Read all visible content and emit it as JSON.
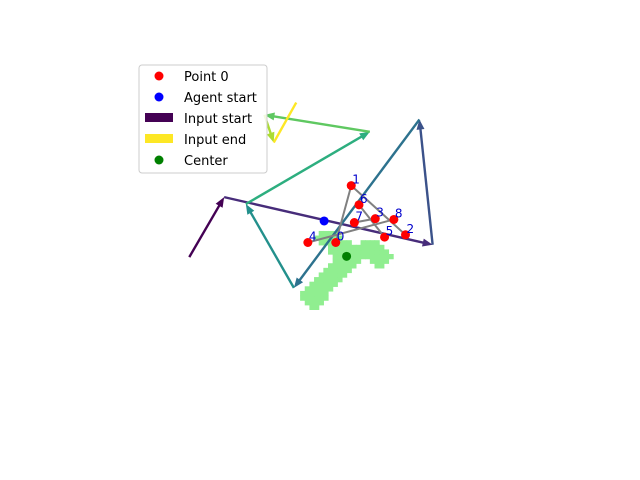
{
  "chart_data": {
    "type": "scatter",
    "title": "",
    "xlabel": "",
    "ylabel": "",
    "axes_visible": false,
    "xlim": [
      -3.2,
      3.2
    ],
    "ylim": [
      -2.4,
      2.4
    ],
    "y_axis": "inverted",
    "grid": false,
    "legend_position": "upper-left",
    "legend": [
      {
        "key": "point0",
        "label": "Point 0",
        "marker": "circle",
        "color": "#ff0000"
      },
      {
        "key": "agent",
        "label": "Agent start",
        "marker": "circle",
        "color": "#0000ff"
      },
      {
        "key": "input_start",
        "label": "Input start",
        "marker": "rect",
        "color": "#440154"
      },
      {
        "key": "input_end",
        "label": "Input end",
        "marker": "rect",
        "color": "#fde725"
      },
      {
        "key": "center",
        "label": "Center",
        "marker": "circle",
        "color": "#008000"
      }
    ],
    "points": [
      {
        "label": "0",
        "x": 0.1,
        "y": 0.0
      },
      {
        "label": "1",
        "x": 0.3,
        "y": -0.74
      },
      {
        "label": "2",
        "x": 1.0,
        "y": -0.1
      },
      {
        "label": "3",
        "x": 0.61,
        "y": -0.31
      },
      {
        "label": "4",
        "x": -0.26,
        "y": 0.0
      },
      {
        "label": "5",
        "x": 0.73,
        "y": -0.07
      },
      {
        "label": "6",
        "x": 0.4,
        "y": -0.49
      },
      {
        "label": "7",
        "x": 0.34,
        "y": -0.26
      },
      {
        "label": "8",
        "x": 0.85,
        "y": -0.3
      }
    ],
    "point_color": "#ff0000",
    "star_segments": [
      [
        0,
        1
      ],
      [
        1,
        2
      ],
      [
        4,
        8
      ],
      [
        5,
        6
      ],
      [
        3,
        7
      ]
    ],
    "star_color": "#808080",
    "agent_start": {
      "x": -0.05,
      "y": -0.28,
      "color": "#0000ff"
    },
    "center": {
      "x": 0.24,
      "y": 0.18,
      "color": "#008000"
    },
    "input_path": {
      "colormap": "viridis",
      "points": [
        {
          "x": -1.79,
          "y": 0.19
        },
        {
          "x": -1.34,
          "y": -0.59
        },
        {
          "x": 1.35,
          "y": 0.03
        },
        {
          "x": 1.18,
          "y": -1.6
        },
        {
          "x": -0.44,
          "y": 0.59
        },
        {
          "x": -1.06,
          "y": -0.5
        },
        {
          "x": 0.54,
          "y": -1.44
        },
        {
          "x": -0.82,
          "y": -1.66
        },
        {
          "x": -0.7,
          "y": -1.3
        },
        {
          "x": -0.41,
          "y": -1.82
        }
      ]
    },
    "region": {
      "color": "#90ee90",
      "cells": [
        [
          -0.21,
          0.84
        ],
        [
          -0.15,
          0.84
        ],
        [
          -0.27,
          0.78
        ],
        [
          -0.21,
          0.78
        ],
        [
          -0.15,
          0.78
        ],
        [
          -0.09,
          0.78
        ],
        [
          -0.33,
          0.72
        ],
        [
          -0.27,
          0.72
        ],
        [
          -0.21,
          0.72
        ],
        [
          -0.15,
          0.72
        ],
        [
          -0.09,
          0.72
        ],
        [
          -0.03,
          0.72
        ],
        [
          -0.33,
          0.66
        ],
        [
          -0.27,
          0.66
        ],
        [
          -0.21,
          0.66
        ],
        [
          -0.15,
          0.66
        ],
        [
          -0.09,
          0.66
        ],
        [
          -0.03,
          0.66
        ],
        [
          -0.27,
          0.6
        ],
        [
          -0.21,
          0.6
        ],
        [
          -0.15,
          0.6
        ],
        [
          -0.09,
          0.6
        ],
        [
          -0.03,
          0.6
        ],
        [
          0.03,
          0.6
        ],
        [
          -0.21,
          0.54
        ],
        [
          -0.15,
          0.54
        ],
        [
          -0.09,
          0.54
        ],
        [
          -0.03,
          0.54
        ],
        [
          0.03,
          0.54
        ],
        [
          0.09,
          0.54
        ],
        [
          -0.15,
          0.48
        ],
        [
          -0.09,
          0.48
        ],
        [
          -0.03,
          0.48
        ],
        [
          0.03,
          0.48
        ],
        [
          0.09,
          0.48
        ],
        [
          0.15,
          0.48
        ],
        [
          -0.09,
          0.42
        ],
        [
          -0.03,
          0.42
        ],
        [
          0.03,
          0.42
        ],
        [
          0.09,
          0.42
        ],
        [
          0.15,
          0.42
        ],
        [
          0.21,
          0.42
        ],
        [
          -0.03,
          0.36
        ],
        [
          0.03,
          0.36
        ],
        [
          0.09,
          0.36
        ],
        [
          0.15,
          0.36
        ],
        [
          0.21,
          0.36
        ],
        [
          0.27,
          0.36
        ],
        [
          0.03,
          0.3
        ],
        [
          0.09,
          0.3
        ],
        [
          0.15,
          0.3
        ],
        [
          0.21,
          0.3
        ],
        [
          0.27,
          0.3
        ],
        [
          0.33,
          0.3
        ],
        [
          0.63,
          0.3
        ],
        [
          0.69,
          0.3
        ],
        [
          0.09,
          0.24
        ],
        [
          0.15,
          0.24
        ],
        [
          0.21,
          0.24
        ],
        [
          0.27,
          0.24
        ],
        [
          0.33,
          0.24
        ],
        [
          0.39,
          0.24
        ],
        [
          0.57,
          0.24
        ],
        [
          0.63,
          0.24
        ],
        [
          0.69,
          0.24
        ],
        [
          0.75,
          0.24
        ],
        [
          0.09,
          0.18
        ],
        [
          0.15,
          0.18
        ],
        [
          0.21,
          0.18
        ],
        [
          0.27,
          0.18
        ],
        [
          0.33,
          0.18
        ],
        [
          0.39,
          0.18
        ],
        [
          0.45,
          0.18
        ],
        [
          0.51,
          0.18
        ],
        [
          0.57,
          0.18
        ],
        [
          0.63,
          0.18
        ],
        [
          0.69,
          0.18
        ],
        [
          0.75,
          0.18
        ],
        [
          0.81,
          0.18
        ],
        [
          0.03,
          0.12
        ],
        [
          0.09,
          0.12
        ],
        [
          0.15,
          0.12
        ],
        [
          0.21,
          0.12
        ],
        [
          0.27,
          0.12
        ],
        [
          0.33,
          0.12
        ],
        [
          0.39,
          0.12
        ],
        [
          0.45,
          0.12
        ],
        [
          0.51,
          0.12
        ],
        [
          0.57,
          0.12
        ],
        [
          0.63,
          0.12
        ],
        [
          0.69,
          0.12
        ],
        [
          0.75,
          0.12
        ],
        [
          0.03,
          0.06
        ],
        [
          0.09,
          0.06
        ],
        [
          0.15,
          0.06
        ],
        [
          0.21,
          0.06
        ],
        [
          0.27,
          0.06
        ],
        [
          0.33,
          0.06
        ],
        [
          0.39,
          0.06
        ],
        [
          0.45,
          0.06
        ],
        [
          0.51,
          0.06
        ],
        [
          0.57,
          0.06
        ],
        [
          0.63,
          0.06
        ],
        [
          0.69,
          0.06
        ],
        [
          -0.09,
          0.0
        ],
        [
          -0.03,
          0.0
        ],
        [
          0.03,
          0.0
        ],
        [
          0.09,
          0.0
        ],
        [
          0.15,
          0.0
        ],
        [
          0.21,
          0.0
        ],
        [
          0.27,
          0.0
        ],
        [
          0.45,
          0.0
        ],
        [
          0.51,
          0.0
        ],
        [
          0.57,
          0.0
        ],
        [
          0.63,
          0.0
        ],
        [
          -0.15,
          -0.06
        ],
        [
          -0.09,
          -0.06
        ],
        [
          -0.03,
          -0.06
        ],
        [
          0.03,
          -0.06
        ],
        [
          0.09,
          -0.06
        ],
        [
          0.15,
          -0.06
        ],
        [
          -0.09,
          -0.12
        ],
        [
          -0.03,
          -0.12
        ],
        [
          0.03,
          -0.12
        ],
        [
          0.09,
          -0.12
        ]
      ]
    }
  }
}
